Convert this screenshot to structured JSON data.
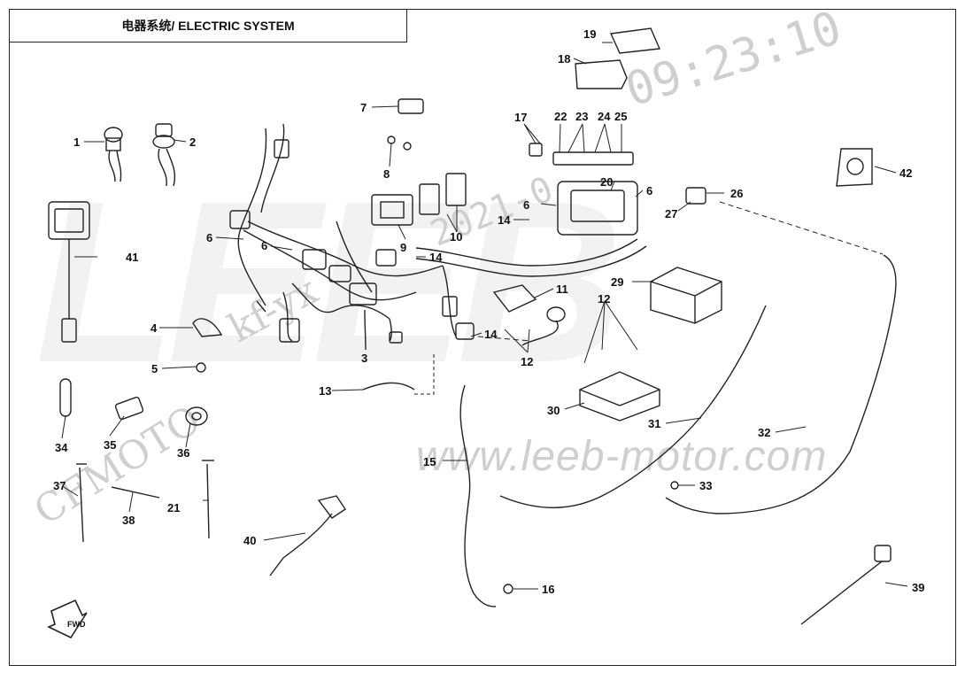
{
  "title": "电器系统/ ELECTRIC SYSTEM",
  "watermarks": {
    "url": "www.leeb-motor.com",
    "kf": "kf-yx",
    "brand": "CFMOTO",
    "datetime": "09:23:10",
    "datetime_partial": "2021-0",
    "logo": "LEEB"
  },
  "fwd_label": "FWD",
  "callouts": [
    "1",
    "2",
    "3",
    "4",
    "5",
    "6",
    "6",
    "6",
    "6",
    "7",
    "8",
    "9",
    "10",
    "11",
    "12",
    "12",
    "13",
    "14",
    "14",
    "14",
    "15",
    "16",
    "17",
    "18",
    "19",
    "20",
    "21",
    "22",
    "23",
    "24",
    "25",
    "26",
    "27",
    "29",
    "30",
    "31",
    "32",
    "33",
    "34",
    "35",
    "36",
    "37",
    "38",
    "39",
    "40",
    "41",
    "42"
  ]
}
